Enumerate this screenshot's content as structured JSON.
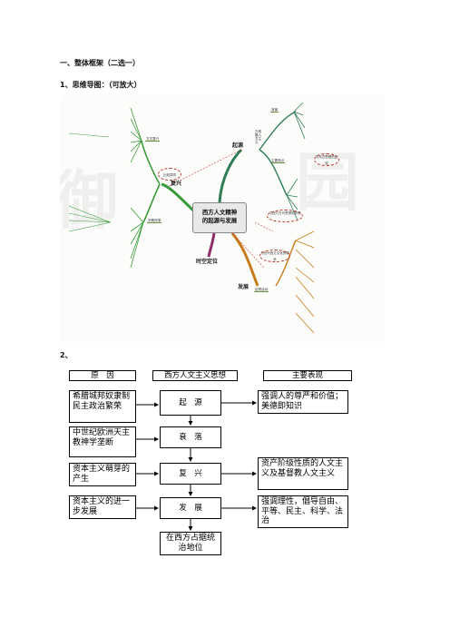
{
  "section_title": "一、整体框架（二选一）",
  "item1_title": "1、思维导图：（可放大）",
  "item2_title": "2、",
  "mindmap": {
    "center": [
      "西方人文精神",
      "的起源与发展"
    ],
    "branches": {
      "origin": "起源",
      "revival": "复兴",
      "development": "发展",
      "position": "时空定位"
    },
    "nodes": {
      "ancient_greek": "古希腊人文主义",
      "background": "背景",
      "main_views": "主要观点",
      "renaissance": "文艺复兴",
      "reformation": "宗教改革",
      "enlightenment": "启蒙运动",
      "bubble_left": "比较异同",
      "bubble_right": "与西方古代思想的异同",
      "bubble_bottom": "与近代西方文化的联系",
      "bubble_right2": "与东方思想的比较"
    }
  },
  "flow": {
    "headers": [
      "原　因",
      "西方人文主义思想",
      "主要表现"
    ],
    "causes": [
      "希腊城邦奴隶制民主政治繁荣",
      "中世纪欧洲天主教神学垄断",
      "资本主义萌芽的产生",
      "资本主义的进一步发展"
    ],
    "stages": [
      "起　源",
      "衰　落",
      "复　兴",
      "发　展",
      "在西方占据统治地位"
    ],
    "manifestations": [
      "强调人的尊严和价值；美德即知识",
      "资产阶级性质的人文主义及基督教人文主义",
      "强调理性，倡导自由、平等、民主、科学、法治"
    ]
  }
}
